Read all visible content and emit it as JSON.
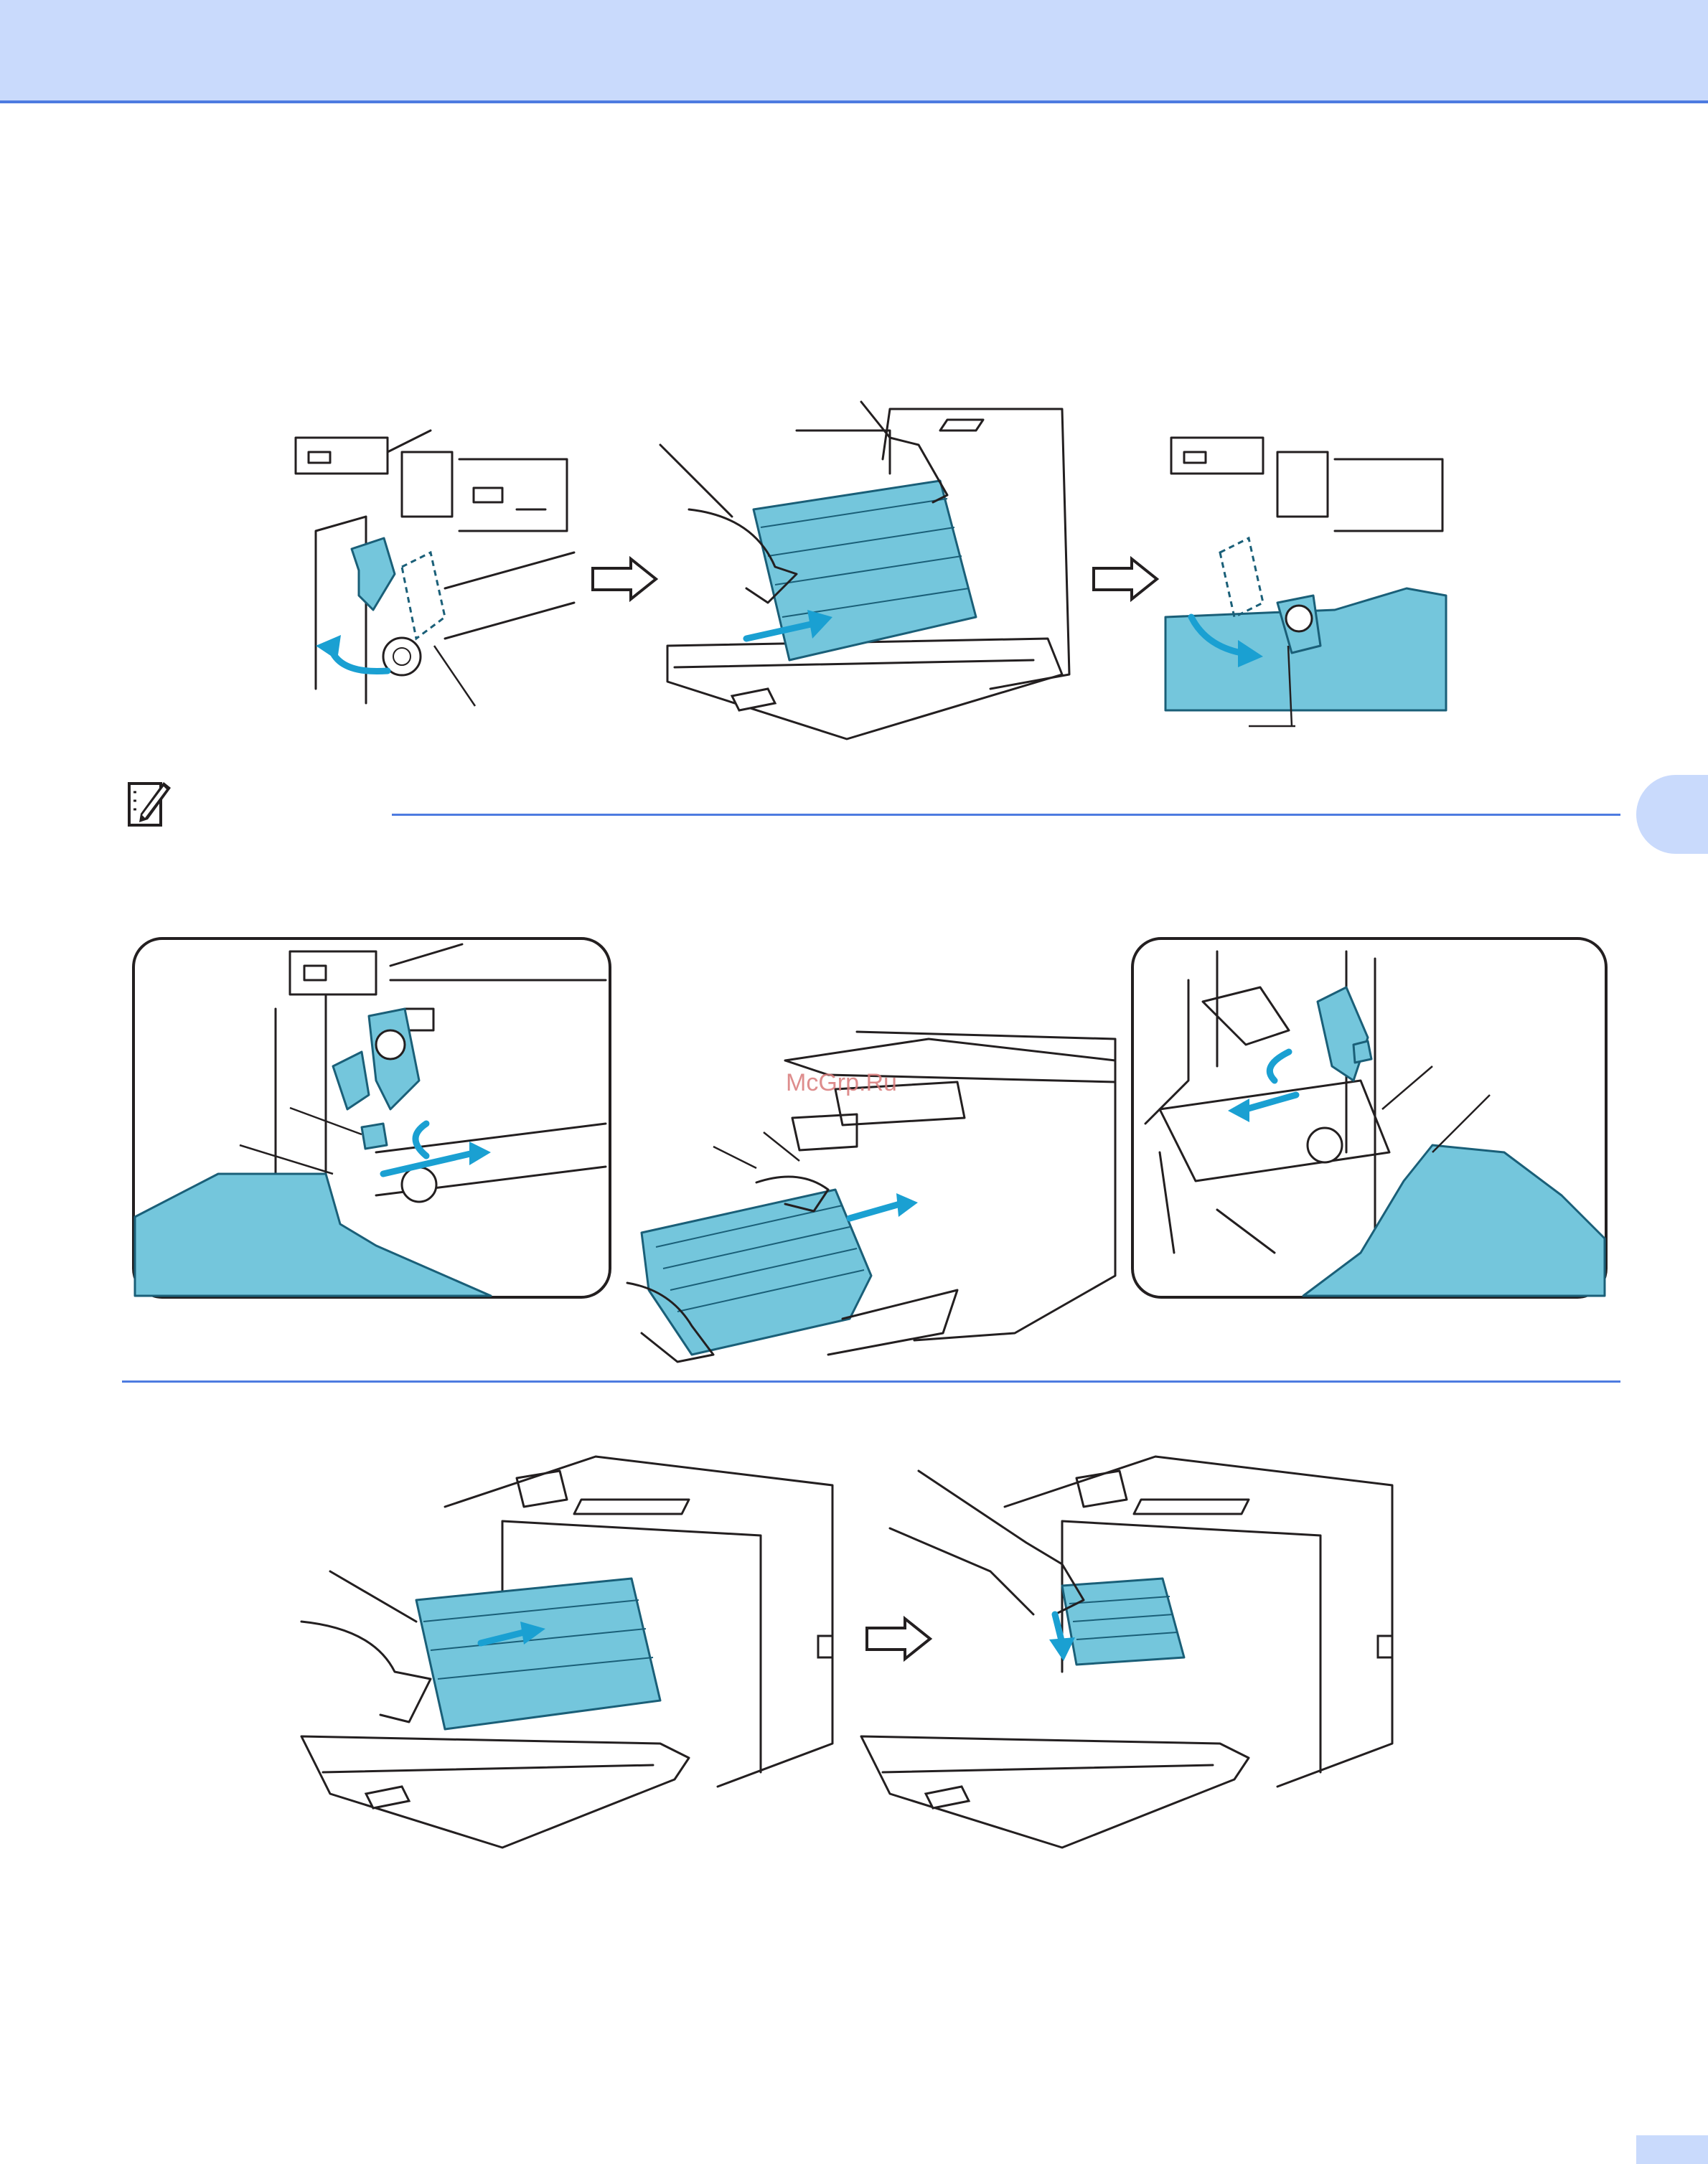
{
  "document": {
    "watermark_text": "McGrp.Ru",
    "accent_color": "#4d7be0",
    "header_band_color": "#c9dafc",
    "part_color": "#74c6dc"
  },
  "figures": [
    {
      "name": "green-lock-lever-unlock",
      "icon": "lever-rotate-illustration"
    },
    {
      "name": "drum-unit-insert-top",
      "icon": "drum-unit-illustration"
    },
    {
      "name": "green-lock-lever-lock",
      "icon": "lever-rotate-illustration"
    },
    {
      "name": "note-detail-left",
      "icon": "guide-arrow-illustration"
    },
    {
      "name": "note-center-printer",
      "icon": "printer-drum-illustration"
    },
    {
      "name": "note-detail-right",
      "icon": "guide-arrow-illustration"
    },
    {
      "name": "drum-push-in",
      "icon": "printer-drum-illustration"
    },
    {
      "name": "drum-press-down",
      "icon": "printer-drum-illustration"
    }
  ],
  "note": {
    "icon": "note-pencil-icon"
  }
}
